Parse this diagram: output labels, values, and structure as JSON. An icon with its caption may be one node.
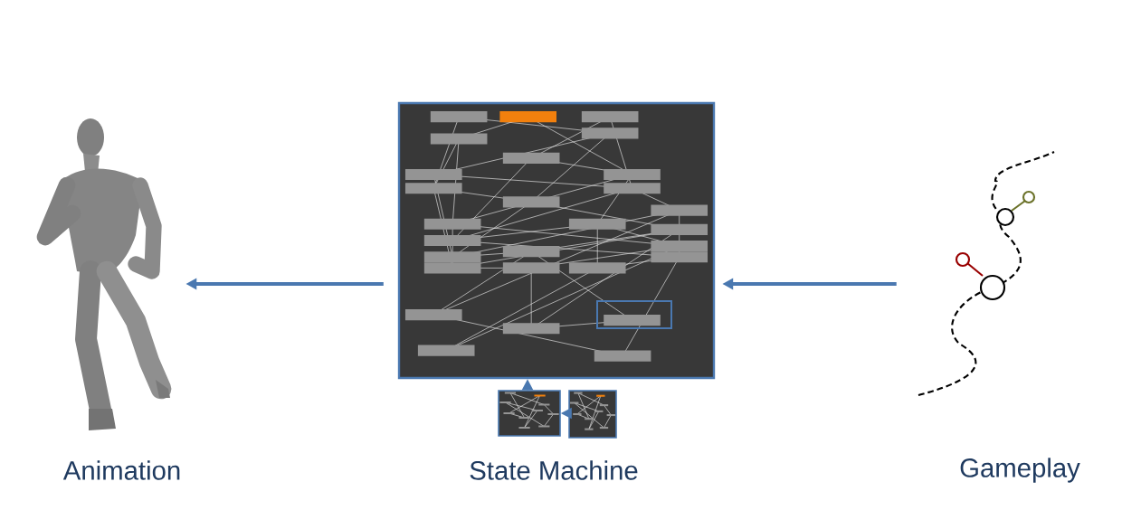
{
  "diagram": {
    "nodes": [
      {
        "text": [
          "Animation"
        ]
      },
      {
        "text": [],
        "shape": "picture"
      },
      {
        "text": [
          "Gameplay"
        ]
      },
      {
        "text": [],
        "shape": "picture"
      },
      {
        "text": [],
        "shape": "picture"
      }
    ],
    "edges": [
      {
        "from": 1,
        "to": 0,
        "arrow": "to",
        "style": "thick"
      },
      {
        "from": 2,
        "to": 1,
        "arrow": "to",
        "style": "thick"
      },
      {
        "from": 3,
        "to": 1,
        "arrow": "to"
      },
      {
        "from": 4,
        "to": 3,
        "arrow": "to"
      }
    ],
    "labels": [
      "State Machine"
    ]
  }
}
